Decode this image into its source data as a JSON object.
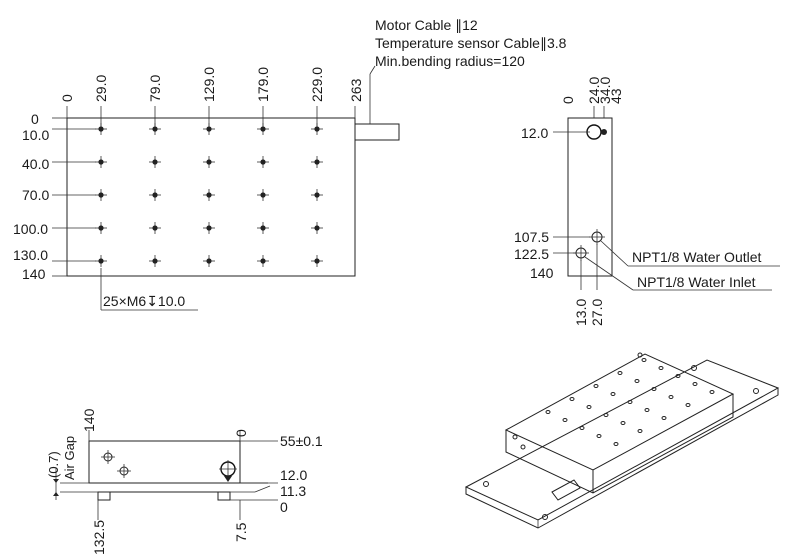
{
  "notes": {
    "line1": "Motor Cable ∥12",
    "line2": "Temperature sensor Cable∥3.8",
    "line3": "Min.bending radius=120"
  },
  "top_view": {
    "x_origin": "0",
    "x_dims": [
      "29.0",
      "79.0",
      "129.0",
      "179.0",
      "229.0"
    ],
    "x_end": "263",
    "y_origin": "0",
    "y_dims": [
      "10.0",
      "40.0",
      "70.0",
      "100.0",
      "130.0"
    ],
    "y_end": "140",
    "hole_callout": "25×M6↧10.0"
  },
  "side_view": {
    "x_dims": [
      "0",
      "24.0",
      "34.0",
      "43"
    ],
    "y_dims": [
      "12.0",
      "107.5",
      "122.5",
      "140"
    ],
    "bottom_dims": [
      "13.0",
      "27.0"
    ],
    "outlet_label": "NPT1/8 Water Outlet",
    "inlet_label": "NPT1/8 Water Inlet"
  },
  "front_view": {
    "width_dim": "140",
    "zero_dim": "0",
    "airgap_value": "(0.7)",
    "airgap_label": "Air Gap",
    "height_dims": [
      "55±0.1",
      "12.0",
      "11.3",
      "0"
    ],
    "bottom_dims": [
      "132.5",
      "7.5"
    ]
  },
  "iso_view": {
    "holes_rows": 5,
    "holes_cols": 5
  }
}
